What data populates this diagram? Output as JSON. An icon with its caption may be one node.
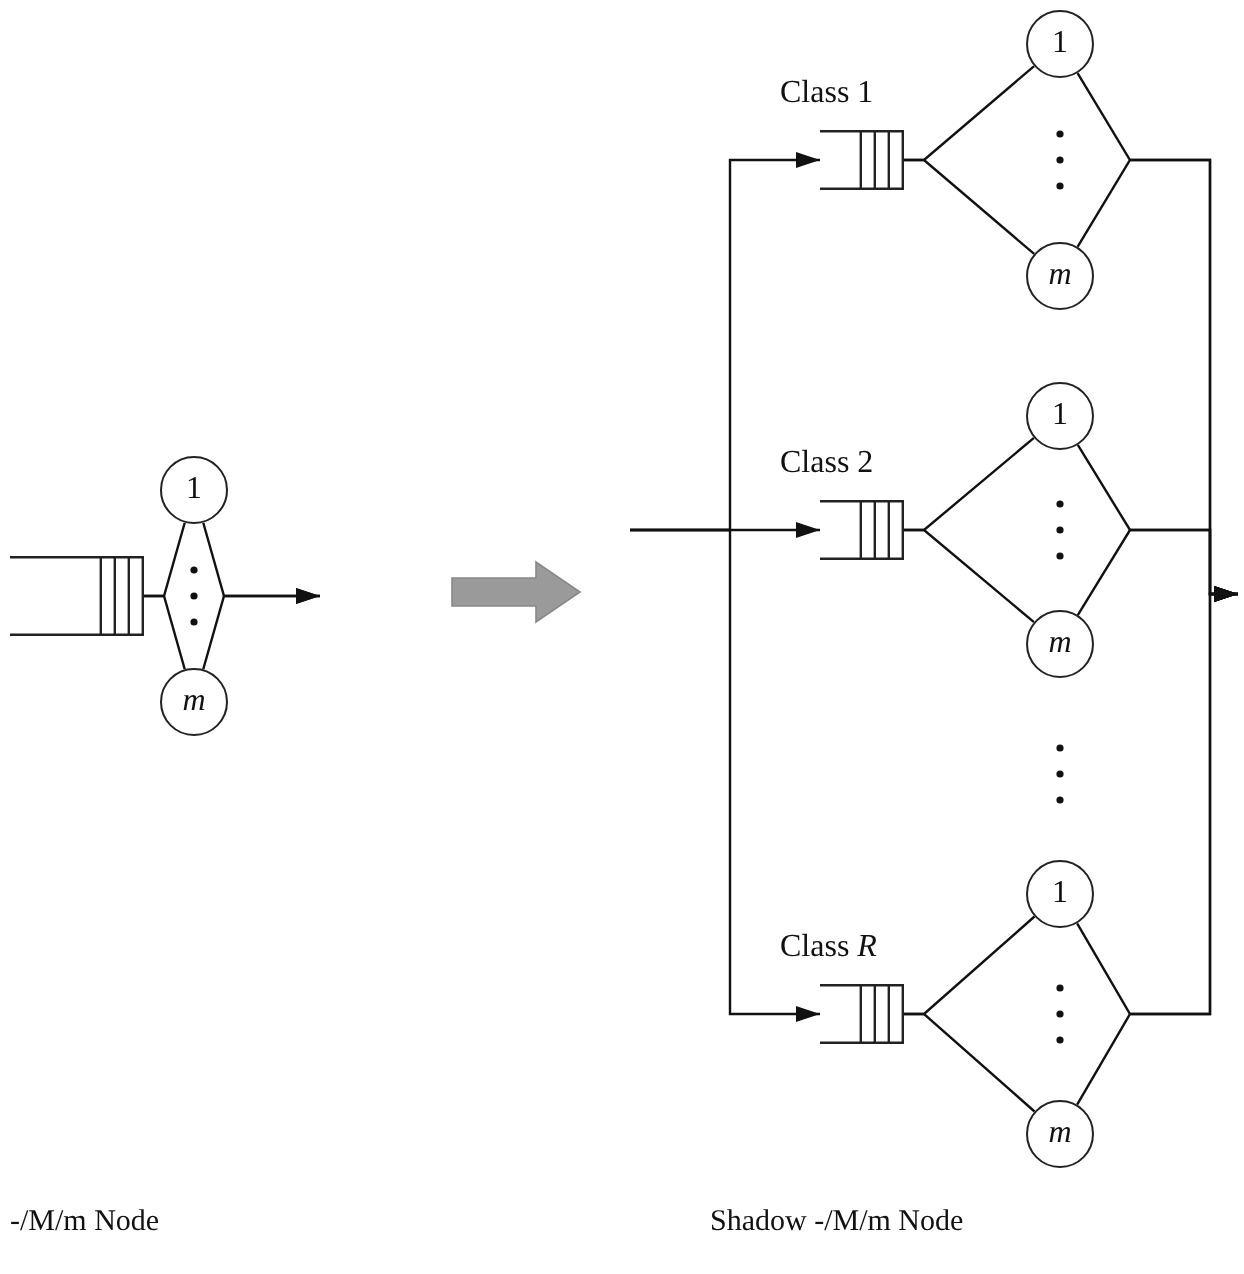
{
  "diagram": {
    "nodes": [
      {
        "text": [],
        "shape": "box"
      },
      {
        "text": [
          "1"
        ]
      },
      {
        "text": [
          "m"
        ]
      },
      {
        "text": [],
        "shape": "box",
        "beside": [
          "Class 1"
        ]
      },
      {
        "text": [
          "1"
        ]
      },
      {
        "text": [
          "m"
        ]
      },
      {
        "text": [],
        "shape": "box",
        "beside": [
          "Class 2"
        ]
      },
      {
        "text": [
          "1"
        ]
      },
      {
        "text": [
          "m"
        ]
      },
      {
        "text": [],
        "shape": "box",
        "beside": [
          "Class *R*"
        ]
      },
      {
        "text": [
          "1"
        ]
      },
      {
        "text": [
          "m"
        ]
      }
    ],
    "edges": [
      {
        "from": 0,
        "to": 1,
        "arrow": "none"
      },
      {
        "from": 0,
        "to": 2,
        "arrow": "none"
      },
      {
        "from": 1,
        "to": null,
        "arrow": "to"
      },
      {
        "from": 2,
        "to": null,
        "arrow": "to"
      },
      {
        "from": null,
        "to": 3,
        "arrow": "to"
      },
      {
        "from": 3,
        "to": 4,
        "arrow": "none"
      },
      {
        "from": 3,
        "to": 5,
        "arrow": "none"
      },
      {
        "from": 4,
        "to": null,
        "arrow": "to"
      },
      {
        "from": 5,
        "to": null,
        "arrow": "to"
      },
      {
        "from": null,
        "to": 6,
        "arrow": "to"
      },
      {
        "from": 6,
        "to": 7,
        "arrow": "none"
      },
      {
        "from": 6,
        "to": 8,
        "arrow": "none"
      },
      {
        "from": 7,
        "to": null,
        "arrow": "to"
      },
      {
        "from": 8,
        "to": null,
        "arrow": "to"
      },
      {
        "from": null,
        "to": 9,
        "arrow": "to"
      },
      {
        "from": 9,
        "to": 10,
        "arrow": "none"
      },
      {
        "from": 9,
        "to": 11,
        "arrow": "none"
      },
      {
        "from": 10,
        "to": null,
        "arrow": "to"
      },
      {
        "from": 11,
        "to": null,
        "arrow": "to"
      }
    ],
    "labels": [
      "-/M/m Node",
      "Shadow -/M/m Node"
    ]
  }
}
